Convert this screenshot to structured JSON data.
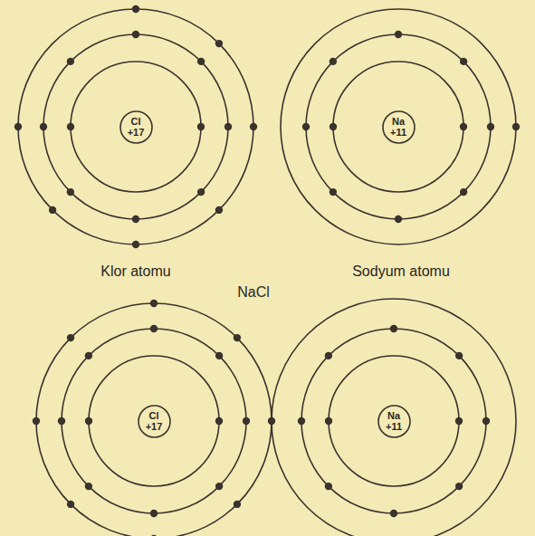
{
  "diagram": {
    "nodes": [
      {
        "text": [
          "Cl",
          "+17"
        ]
      },
      {
        "text": [
          "Na",
          "+11"
        ]
      },
      {
        "text": [
          "Cl",
          "+17"
        ]
      },
      {
        "text": [
          "Na",
          "+11"
        ]
      }
    ],
    "labels": [
      "Klor atomu",
      "Sodyum atomu",
      "NaCl"
    ]
  }
}
